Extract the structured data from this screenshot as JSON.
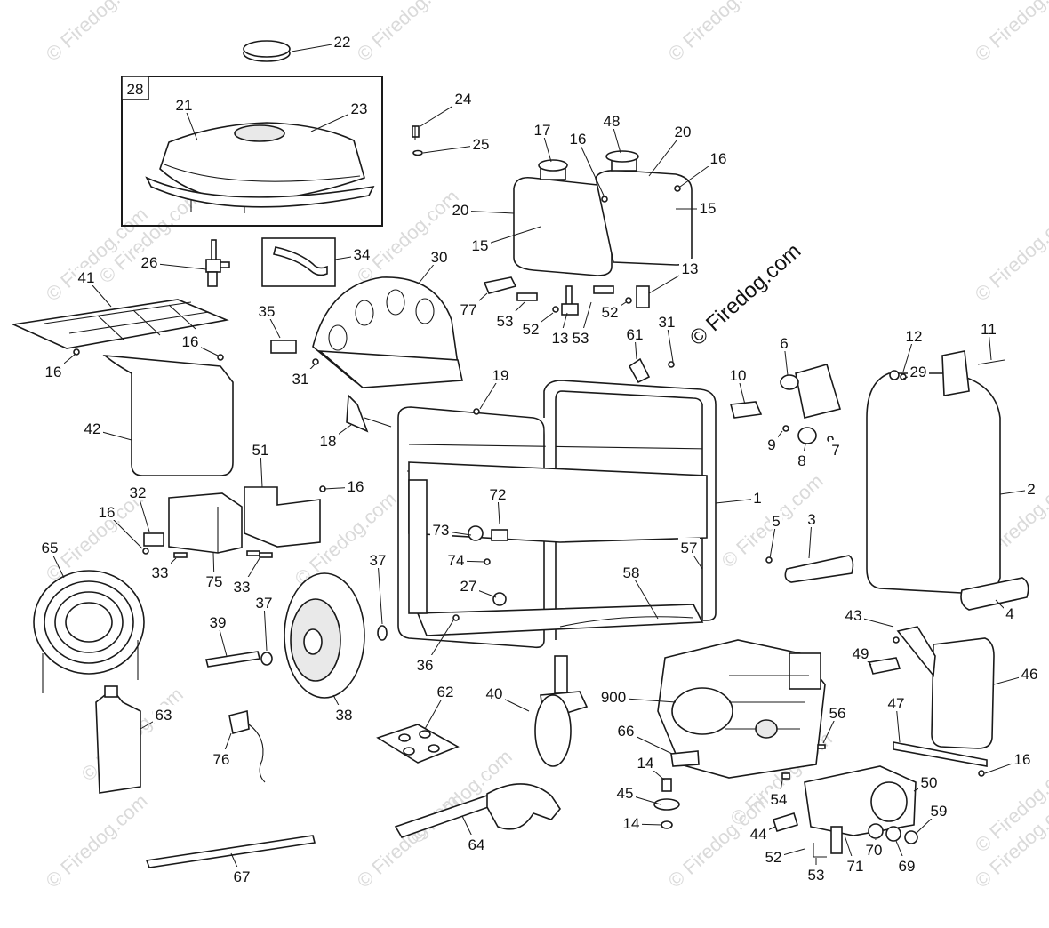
{
  "watermark": "© Firedog.com",
  "brand_mark": "© Firedog.com",
  "group_box_number": "28",
  "callouts": [
    "1",
    "2",
    "3",
    "4",
    "5",
    "6",
    "7",
    "8",
    "9",
    "10",
    "11",
    "12",
    "13",
    "14",
    "15",
    "16",
    "17",
    "18",
    "19",
    "20",
    "21",
    "22",
    "23",
    "24",
    "25",
    "26",
    "27",
    "29",
    "30",
    "31",
    "32",
    "33",
    "34",
    "35",
    "36",
    "37",
    "38",
    "39",
    "40",
    "41",
    "42",
    "43",
    "44",
    "45",
    "46",
    "47",
    "48",
    "49",
    "50",
    "51",
    "52",
    "53",
    "54",
    "56",
    "57",
    "58",
    "59",
    "61",
    "62",
    "63",
    "64",
    "65",
    "66",
    "67",
    "69",
    "70",
    "71",
    "72",
    "73",
    "74",
    "75",
    "76",
    "77",
    "900"
  ]
}
